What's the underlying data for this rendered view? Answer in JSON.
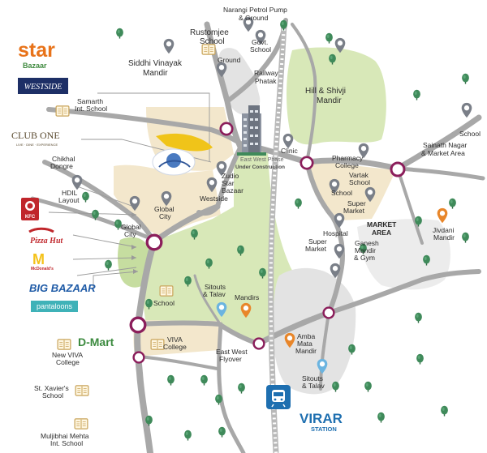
{
  "brands": {
    "star_bazaar": {
      "title": "star",
      "subtitle": "Bazaar"
    },
    "westside": "WESTSIDE",
    "club_one": {
      "title": "CLUB ONE",
      "tagline": "LIVE · DINE · EXPERIENCE"
    },
    "kfc": "KFC",
    "pizza_hut": "Pizza Hut",
    "mcdonalds": "McDonald's",
    "big_bazaar": "BIG BAZAAR",
    "pantaloons": "pantaloons",
    "dmart": "D-Mart"
  },
  "labels": {
    "narangi_1": "Narangi Petrol Pump",
    "narangi_2": "& Ground",
    "rustomjee_1": "Rustomjee",
    "rustomjee_2": "School",
    "govt_1": "Govt.",
    "govt_2": "School",
    "siddhi_1": "Siddhi Vinayak",
    "siddhi_2": "Mandir",
    "ground": "Ground",
    "railway_1": "Railway",
    "railway_2": "Phatak",
    "hill_1": "Hill & Shivji",
    "hill_2": "Mandir",
    "samarth_1": "Samarth",
    "samarth_2": "Int. School",
    "school_right": "School",
    "sainath_1": "Sainath Nagar",
    "sainath_2": "& Market Area",
    "chikhal_1": "Chikhal",
    "chikhal_2": "Dongre",
    "clinic": "Clinic",
    "pharmacy_1": "Pharmacy",
    "pharmacy_2": "College",
    "vartak_1": "Vartak",
    "vartak_2": "School",
    "school_mid": "School",
    "hdil_1": "HDIL",
    "hdil_2": "Layout",
    "zudio_1": "Zudio",
    "zudio_2": "Star",
    "zudio_3": "Bazaar",
    "westside_lbl": "Westside",
    "global_city_1": "Global",
    "global_city_2": "City",
    "global_city_3": "Global",
    "global_city_4": "City",
    "super_market_1": "Super",
    "super_market_2": "Market",
    "hospital": "Hospital",
    "market_1": "MARKET",
    "market_2": "AREA",
    "jivdani_1": "Jivdani",
    "jivdani_2": "Mandir",
    "super_market_3": "Super",
    "super_market_4": "Market",
    "ganesh_1": "Ganesh",
    "ganesh_2": "Mandir",
    "ganesh_3": "& Gym",
    "school_low": "School",
    "sitouts_1": "Sitouts",
    "sitouts_2": "& Talav",
    "mandirs": "Mandirs",
    "viva_1": "VIVA",
    "viva_2": "College",
    "new_viva_1": "New VIVA",
    "new_viva_2": "College",
    "amba_1": "Amba",
    "amba_2": "Mata",
    "amba_3": "Mandir",
    "eastwest_1": "East West",
    "eastwest_2": "Flyover",
    "sitouts_3": "Sitouts",
    "sitouts_4": "& Talav",
    "xavier_1": "St. Xavier's",
    "xavier_2": "School",
    "muljibhai_1": "Muljibhai Mehta",
    "muljibhai_2": "Int. School",
    "virar": "VIRAR",
    "station": "STATION",
    "site_1": "East West Phase",
    "site_2": "Under Construction"
  },
  "colors": {
    "green_zone": "#d8e8b8",
    "beige_zone": "#f3e7cc",
    "grey_zone": "#e3e3e3",
    "road": "#a8a8a8",
    "junction": "#8b1e5b",
    "pin_grey": "#7a7f88",
    "pin_orange": "#e8862a",
    "pin_blue": "#6bb4e0",
    "book": "#c9a45a",
    "tree": "#3f8a5a",
    "station_blue": "#1e6fb0"
  },
  "icons": {
    "pin": "map-pin-icon",
    "book": "book-icon",
    "tree": "tree-icon",
    "train": "train-icon",
    "junction": "junction-circle-icon"
  }
}
